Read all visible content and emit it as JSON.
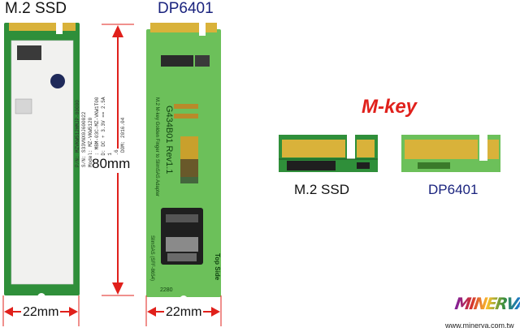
{
  "labels": {
    "ssd_top": "M.2 SSD",
    "dp_top": "DP6401",
    "length": "80mm",
    "width_left": "22mm",
    "width_right": "22mm",
    "key_title": "M-key",
    "ssd_bottom": "M.2 SSD",
    "dp_bottom": "DP6401",
    "brand": "MINERVA",
    "website": "www.minerva.com.tw"
  },
  "ssd_board": {
    "sticker_lines": [
      "P/N: MZVKW512HMJP-00000",
      "S/N: S33VNX0J600022",
      "Model: MZ-VKW5120",
      "MZVP: MBM-03C-MZ-VKW1T00",
      "RATED: DC + 3.3V == 2.5A",
      "SM961",
      "PM 4.6",
      "10/5 DOM: 2016.04"
    ]
  },
  "dp_board": {
    "vertical_text": "G434B01 Rev1.1",
    "vertical_sub": "M.2 M-key Golden Finger to SlimSAS Adapter",
    "side_label": "Top Side",
    "bottom_label": "2280",
    "connector_label": "SlimSAS (SFF-8654)"
  },
  "colors": {
    "pcb_green": "#2f8f3a",
    "pcb_light": "#6cc05a",
    "gold": "#d9b23a",
    "arrow_red": "#e0201b",
    "brand_navy": "#1a237e"
  }
}
